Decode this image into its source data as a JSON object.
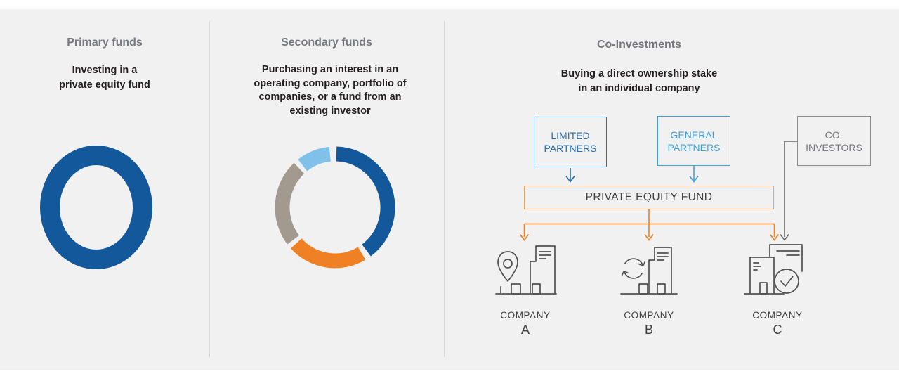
{
  "colors": {
    "band_bg": "#f1f1f2",
    "divider": "#d9d9da",
    "title_gray": "#77787b",
    "text_black": "#231f20",
    "navy": "#14589c",
    "orange": "#ef8023",
    "warm_gray": "#a39a8f",
    "light_blue": "#7fc1e8",
    "lp_blue": "#2b6fad",
    "gp_blue": "#41a0dc",
    "co_gray": "#77787b",
    "co_border": "#8a8b8d",
    "fund_border": "#f49d56",
    "dark_label": "#414042",
    "icon_stroke": "#515254",
    "connector_gray": "#6a6b6e"
  },
  "columns": {
    "primary": {
      "title": "Primary funds",
      "description": "Investing in a\nprivate equity fund"
    },
    "secondary": {
      "title": "Secondary funds",
      "description": "Purchasing an interest in an\noperating company, portfolio of\ncompanies, or a fund from an\nexisting investor"
    },
    "coinvestments": {
      "title": "Co-Investments",
      "description": "Buying a direct ownership stake\nin an individual company"
    }
  },
  "chart_data": [
    {
      "type": "pie",
      "subtype": "donut",
      "name": "primary-funds-donut",
      "title": "Primary funds",
      "svg": "donut-primary",
      "center": [
        100,
        100
      ],
      "rx": 66,
      "ry": 74,
      "thickness": 28,
      "segments": [
        {
          "color_key": "navy",
          "start_deg": 0,
          "end_deg": 360,
          "share_pct": 100
        }
      ]
    },
    {
      "type": "pie",
      "subtype": "donut",
      "name": "secondary-funds-donut",
      "title": "Secondary funds",
      "svg": "donut-secondary",
      "center": [
        100,
        100
      ],
      "rx": 75,
      "ry": 76,
      "thickness": 21,
      "segments": [
        {
          "color_key": "navy",
          "start_deg": 1.5,
          "end_deg": 143.5,
          "share_pct": 39
        },
        {
          "color_key": "orange",
          "start_deg": 149.5,
          "end_deg": 227.5,
          "share_pct": 22
        },
        {
          "color_key": "warm_gray",
          "start_deg": 232.5,
          "end_deg": 317,
          "share_pct": 23
        },
        {
          "color_key": "light_blue",
          "start_deg": 322,
          "end_deg": 354.5,
          "share_pct": 9
        }
      ]
    }
  ],
  "diagram": {
    "limited_partners": {
      "label": "LIMITED\nPARTNERS"
    },
    "general_partners": {
      "label": "GENERAL\nPARTNERS"
    },
    "co_investors": {
      "label": "CO-\nINVESTORS"
    },
    "fund": {
      "label": "PRIVATE EQUITY FUND"
    },
    "companies": [
      {
        "label": "COMPANY",
        "letter": "A",
        "icon": "building-location-pin-icon"
      },
      {
        "label": "COMPANY",
        "letter": "B",
        "icon": "building-refresh-icon"
      },
      {
        "label": "COMPANY",
        "letter": "C",
        "icon": "building-document-check-icon"
      }
    ]
  }
}
